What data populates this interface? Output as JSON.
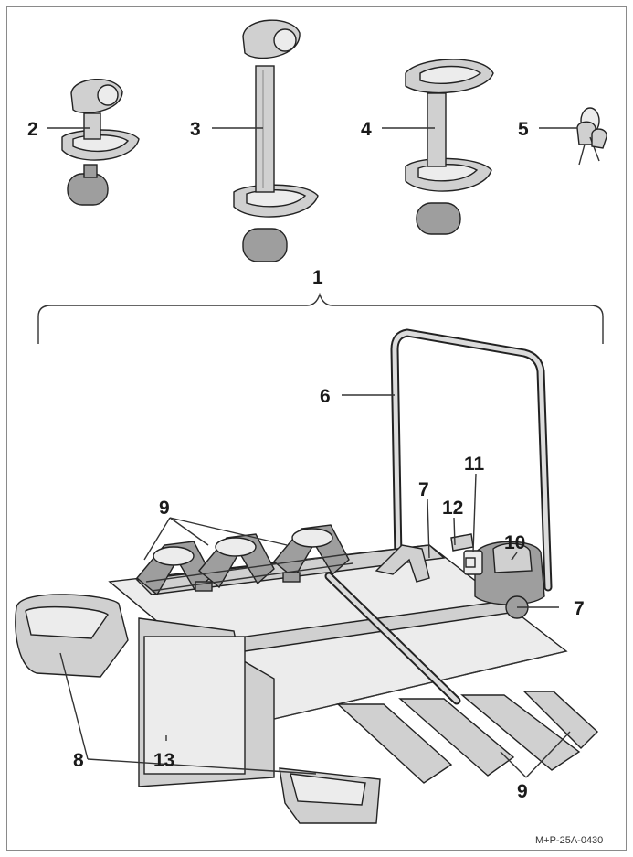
{
  "callouts": {
    "c1": "1",
    "c2": "2",
    "c3": "3",
    "c4": "4",
    "c5": "5",
    "c6": "6",
    "c7a": "7",
    "c7b": "7",
    "c8": "8",
    "c9a": "9",
    "c9b": "9",
    "c10": "10",
    "c11": "11",
    "c12": "12",
    "c13": "13"
  },
  "figure_code": "M+P-25A-0430"
}
